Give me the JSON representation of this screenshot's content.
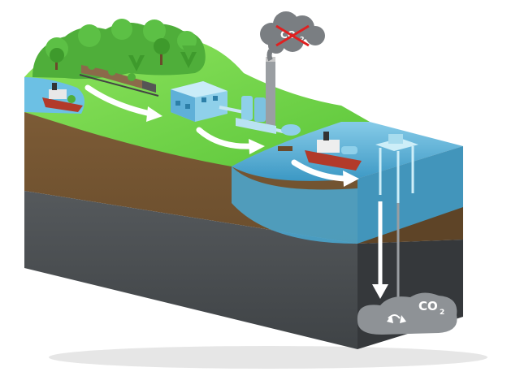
{
  "labels": {
    "smoke_co2": "CO",
    "smoke_co2_sub": "2",
    "storage_co2": "CO",
    "storage_co2_sub": "2"
  },
  "colors": {
    "grass": "#6fd64a",
    "soil": "#7a5a35",
    "rock": "#4b4f52",
    "sea": "#5fb6dc",
    "tree": "#4fae3a",
    "arrow": "#ffffff"
  },
  "icons": [
    "tree-icon",
    "train-icon",
    "factory-icon",
    "power-plant-icon",
    "ship-icon",
    "offshore-platform-icon",
    "smoke-cloud-icon",
    "co2-storage-cloud-icon"
  ]
}
